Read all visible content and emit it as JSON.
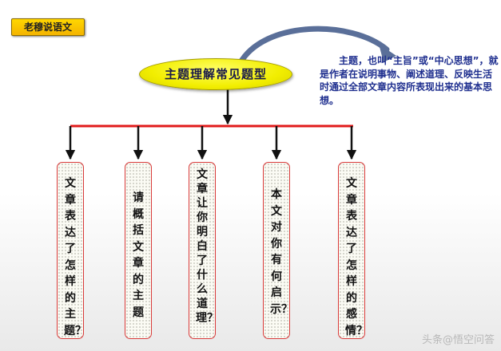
{
  "badge": "老穆说语文",
  "central_topic": "主题理解常见题型",
  "definition_note": "主题，也叫“主旨”或“中心思想”，就是作者在说明事物、阐述道理、反映生活时通过全部文章内容所表现出来的基本思想。",
  "question_types": [
    "文章表达了怎样的主题？",
    "请概括文章的主题",
    "文章让你明白了什么道理？",
    "本文对你有何启示？",
    "文章表达了怎样的感情？"
  ],
  "watermark": "头条@悟空问答",
  "colors": {
    "connector_line": "#e11b1b",
    "arrows": "#111111",
    "curved_arrow": "#5a6f99",
    "note_text": "#1f2f8f",
    "box_border": "#d83a3a",
    "oval_fill": "#f2ee00",
    "badge_fill": "#f4b400"
  }
}
